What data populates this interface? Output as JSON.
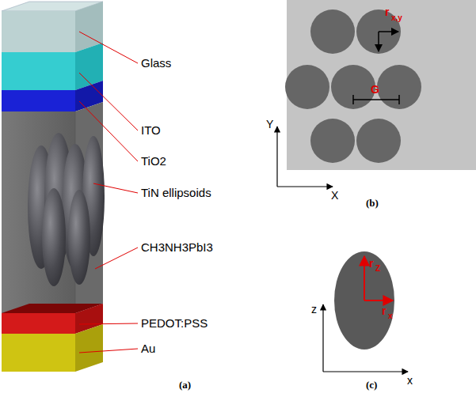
{
  "diagram": {
    "labels": [
      "Glass",
      "ITO",
      "TiO2",
      "TiN ellipsoids",
      "CH3NH3PbI3",
      "PEDOT:PSS",
      "Au",
      "(a)",
      "Y",
      "X",
      "r",
      "x,y",
      "G",
      "(b)",
      "z",
      "x",
      "r",
      "Z",
      "r",
      "x",
      "(c)"
    ]
  }
}
